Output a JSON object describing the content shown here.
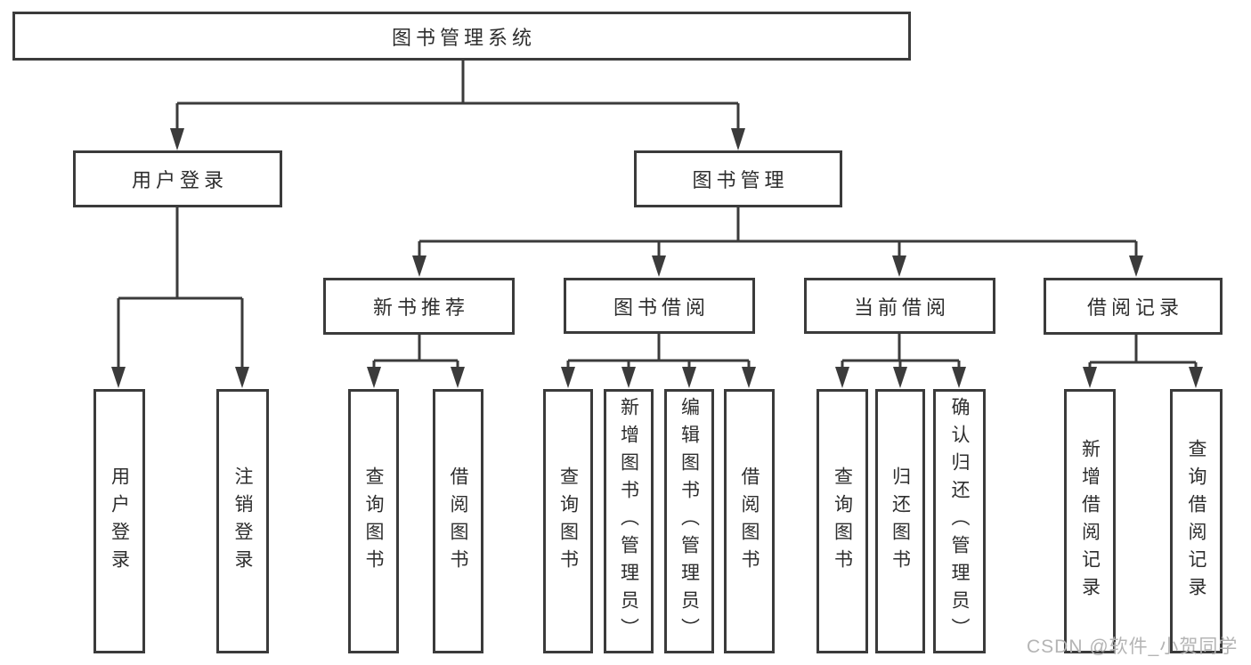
{
  "diagram": {
    "root": {
      "label": "图书管理系统"
    },
    "children": [
      {
        "label": "用户登录",
        "children": [
          {
            "label": "用户登录"
          },
          {
            "label": "注销登录"
          }
        ]
      },
      {
        "label": "图书管理",
        "children": [
          {
            "label": "新书推荐",
            "children": [
              {
                "label": "查询图书"
              },
              {
                "label": "借阅图书"
              }
            ]
          },
          {
            "label": "图书借阅",
            "children": [
              {
                "label": "查询图书"
              },
              {
                "label": "新增图书（管理员）"
              },
              {
                "label": "编辑图书（管理员）"
              },
              {
                "label": "借阅图书"
              }
            ]
          },
          {
            "label": "当前借阅",
            "children": [
              {
                "label": "查询图书"
              },
              {
                "label": "归还图书"
              },
              {
                "label": "确认归还（管理员）"
              }
            ]
          },
          {
            "label": "借阅记录",
            "children": [
              {
                "label": "新增借阅记录"
              },
              {
                "label": "查询借阅记录"
              }
            ]
          }
        ]
      }
    ]
  },
  "watermark": {
    "text": "CSDN @软件_小贺同学"
  },
  "colors": {
    "line": "#3b3b3b",
    "text": "#2e2e2e",
    "watermark": "#b4b4b4",
    "background": "#ffffff"
  }
}
